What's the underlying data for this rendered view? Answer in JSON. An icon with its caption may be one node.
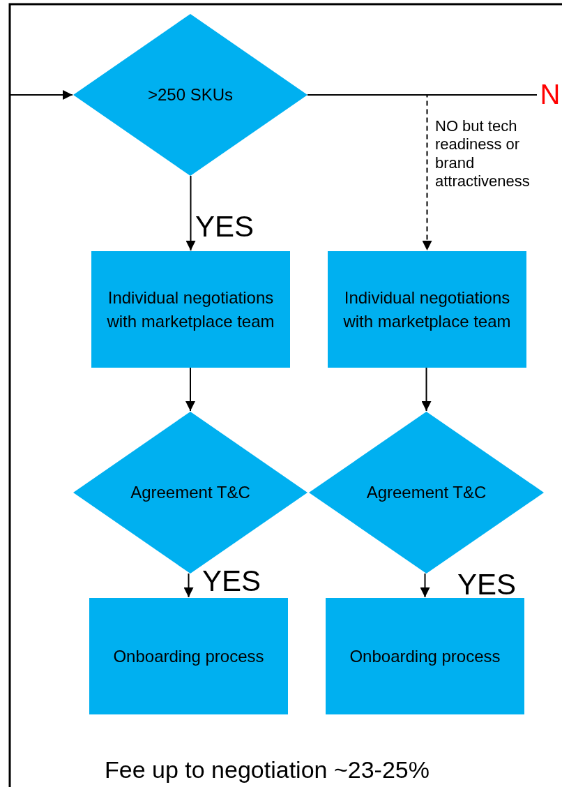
{
  "diagram": {
    "nodes": [
      {
        "text": [
          ">250 SKUs"
        ]
      },
      {
        "text": [
          "Individual negotiations with marketplace team"
        ]
      },
      {
        "text": [
          "Individual negotiations with marketplace team"
        ]
      },
      {
        "text": [
          "Agreement T&C"
        ]
      },
      {
        "text": [
          "Agreement T&C"
        ]
      },
      {
        "text": [
          "Onboarding process"
        ]
      },
      {
        "text": [
          "Onboarding process"
        ]
      },
      {
        "text": [
          "N"
        ]
      }
    ],
    "edges": [
      {
        "from": null,
        "to": 0,
        "arrow": "to"
      },
      {
        "from": 0,
        "to": 7,
        "arrow": "none"
      },
      {
        "from": 0,
        "to": 2,
        "arrow": "to",
        "style": "dashed",
        "label": "NO but tech readiness or brand attractiveness"
      },
      {
        "from": 0,
        "to": 1,
        "arrow": "to",
        "label": "YES"
      },
      {
        "from": 1,
        "to": 3,
        "arrow": "to"
      },
      {
        "from": 2,
        "to": 4,
        "arrow": "to"
      },
      {
        "from": 3,
        "to": 5,
        "arrow": "to",
        "label": "YES"
      },
      {
        "from": 4,
        "to": 6,
        "arrow": "to",
        "label": "YES"
      }
    ],
    "labels": [
      "Fee up to negotiation ~23-25%"
    ]
  }
}
